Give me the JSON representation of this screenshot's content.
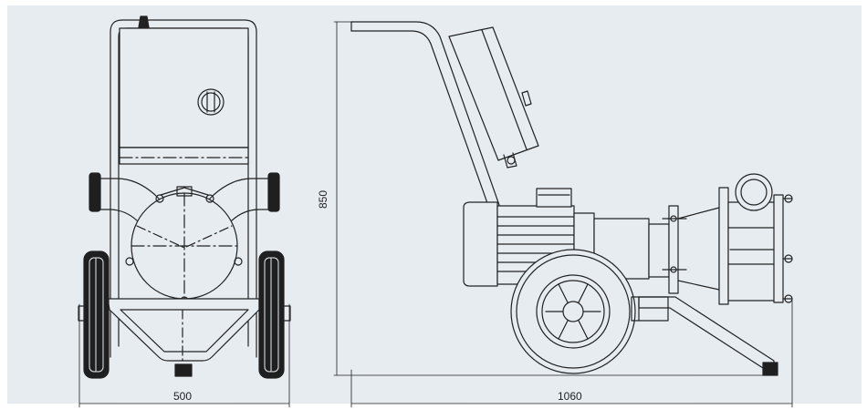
{
  "dimensions": {
    "front_width": "500",
    "side_length": "1060",
    "height": "850"
  },
  "colors": {
    "background": "#e7ecf1",
    "line": "#222222",
    "tire": "#1f1f1f",
    "frame": "#ffffff"
  }
}
